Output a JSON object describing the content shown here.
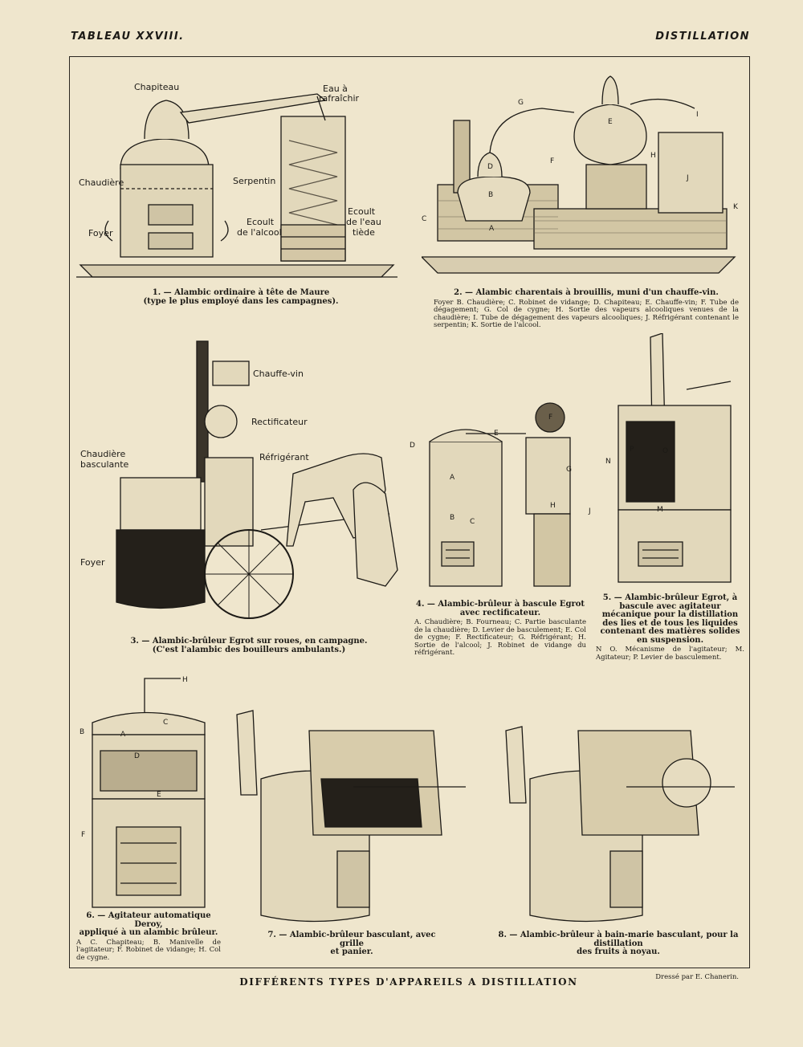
{
  "header": {
    "left": "TABLEAU XXVIII.",
    "right": "DISTILLATION"
  },
  "figures": {
    "f1": {
      "caption": "1. — Alambic ordinaire à tête de Maure",
      "caption2": "(type le plus employé dans les campagnes).",
      "labels": {
        "chapiteau": "Chapiteau",
        "eau": "Eau à",
        "eau2": "rafraîchir",
        "chaudiere": "Chaudière",
        "serpentin": "Serpentin",
        "foyer": "Foyer",
        "ecoult_alcool": "Ecoult",
        "ecoult_alcool2": "de l'alcool",
        "ecoult_eau": "Ecoult",
        "ecoult_eau2": "de l'eau",
        "ecoult_eau3": "tiède"
      }
    },
    "f2": {
      "caption": "2. — Alambic charentais à brouillis, muni d'un chauffe-vin.",
      "legend": "Foyer B. Chaudière; C. Robinet de vidange; D. Chapiteau; E. Chauffe-vin; F. Tube de dégagement; G. Col de cygne; H. Sortie des vapeurs alcooliques venues de la chaudière; I. Tube de dégagement des vapeurs alcooliques; J. Réfrigérant contenant le serpentin; K. Sortie de l'alcool.",
      "letters": [
        "G",
        "I",
        "E",
        "D",
        "F",
        "H",
        "J",
        "B",
        "C",
        "A",
        "K"
      ]
    },
    "f3": {
      "caption": "3. — Alambic-brûleur Egrot sur roues, en campagne.",
      "caption2": "(C'est l'alambic des bouilleurs ambulants.)",
      "labels": {
        "chauffe_vin": "Chauffe-vin",
        "rectificateur": "Rectificateur",
        "refrigerant": "Réfrigérant",
        "chaudiere": "Chaudière",
        "chaudiere2": "basculante",
        "foyer": "Foyer"
      }
    },
    "f4": {
      "caption": "4. — Alambic-brûleur à bascule Egrot",
      "caption2": "avec rectificateur.",
      "legend": "A. Chaudière; B. Fourneau; C. Partie basculante de la chaudière; D. Levier de basculement; E. Col de cygne; F. Rectificateur; G. Réfrigérant; H. Sortie de l'alcool; J. Robinet de vidange du réfrigérant.",
      "letters": [
        "D",
        "E",
        "F",
        "A",
        "G",
        "C",
        "H",
        "J",
        "B"
      ]
    },
    "f5": {
      "caption": "5. — Alambic-brûleur Egrot, à bascule avec agitateur mécanique pour la distillation des lies et de tous les liquides contenant des matières solides en suspension.",
      "legend": "N O. Mécanisme de l'agitateur; M. Agitateur; P. Levier de basculement.",
      "letters": [
        "N",
        "P",
        "O",
        "M"
      ]
    },
    "f6": {
      "caption": "6. — Agitateur automatique Deroy,",
      "caption2": "appliqué à un alambic brûleur.",
      "legend": "A C. Chapiteau; B. Manivelle de l'agitateur; F. Robinet de vidange; H. Col de cygne.",
      "letters": [
        "H",
        "B",
        "A",
        "C",
        "D",
        "E",
        "F"
      ]
    },
    "f7": {
      "caption": "7. — Alambic-brûleur basculant, avec grille",
      "caption2": "et panier."
    },
    "f8": {
      "caption": "8. — Alambic-brûleur à bain-marie basculant, pour la distillation",
      "caption2": "des fruits à noyau."
    }
  },
  "footer": {
    "title": "DIFFÉRENTS TYPES D'APPAREILS A DISTILLATION",
    "credit": "Dressé par E. Chanerin."
  }
}
